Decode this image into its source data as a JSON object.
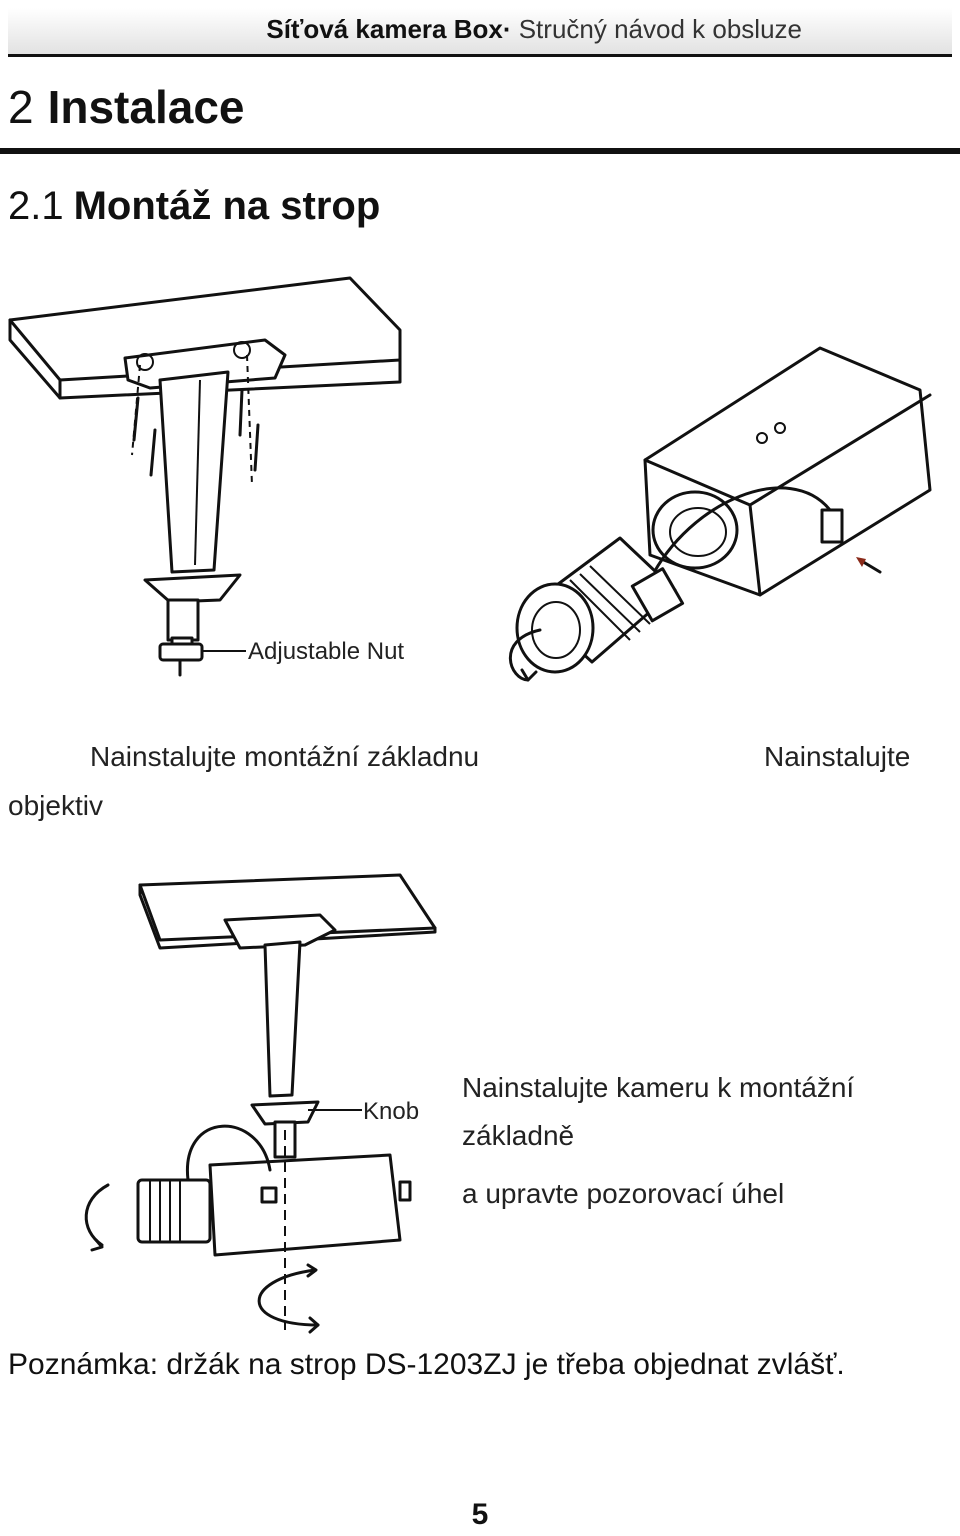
{
  "header": {
    "product": "Síťová kamera Box·",
    "guide": "Stručný návod k obsluze"
  },
  "section": {
    "number": "2",
    "title": "Instalace"
  },
  "subsection": {
    "number": "2.1",
    "title": "Montáž na strop"
  },
  "figure1": {
    "nut_label": "Adjustable Nut",
    "caption_left": "Nainstalujte montážní základnu",
    "caption_right": "Nainstalujte",
    "caption_wrap": "objektiv"
  },
  "figure2": {
    "knob_label": "Knob",
    "caption_line1": "Nainstalujte kameru k montážní",
    "caption_line2": "základně",
    "caption_line3": "a upravte pozorovací úhel"
  },
  "note": "Poznámka: držák na strop DS-1203ZJ je třeba objednat zvlášť.",
  "page_number": "5"
}
